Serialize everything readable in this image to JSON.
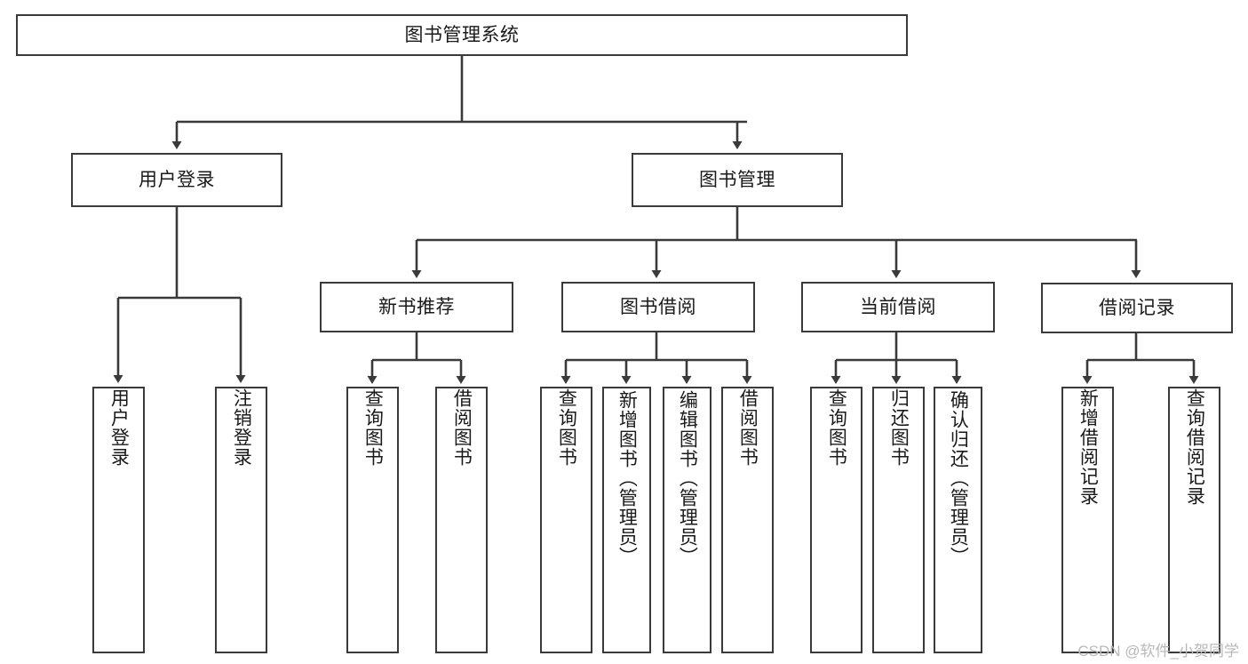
{
  "diagram": {
    "title": "图书管理系统",
    "type": "tree-hierarchy-diagram",
    "colors": {
      "stroke": "#3a3a3a",
      "fill": "#ffffff",
      "text": "#1a1a1a",
      "watermark": "#b9b9b9"
    },
    "nodes": {
      "root": {
        "label": "图书管理系统"
      },
      "level2": [
        {
          "id": "user-login",
          "label": "用户登录"
        },
        {
          "id": "book-management",
          "label": "图书管理"
        }
      ],
      "level3": [
        {
          "id": "new-book-recommend",
          "label": "新书推荐"
        },
        {
          "id": "book-borrow",
          "label": "图书借阅"
        },
        {
          "id": "current-borrow",
          "label": "当前借阅"
        },
        {
          "id": "borrow-record",
          "label": "借阅记录"
        }
      ],
      "leaves": {
        "user_login": [
          {
            "id": "leaf-user-login",
            "label": "用户登录"
          },
          {
            "id": "leaf-logout-login",
            "label": "注销登录"
          }
        ],
        "new_book_recommend": [
          {
            "id": "leaf-query-book-1",
            "label": "查询图书"
          },
          {
            "id": "leaf-borrow-book-1",
            "label": "借阅图书"
          }
        ],
        "book_borrow": [
          {
            "id": "leaf-query-book-2",
            "label": "查询图书"
          },
          {
            "id": "leaf-add-book",
            "label": "新增图书（管理员）"
          },
          {
            "id": "leaf-edit-book",
            "label": "编辑图书（管理员）"
          },
          {
            "id": "leaf-borrow-book-2",
            "label": "借阅图书"
          }
        ],
        "current_borrow": [
          {
            "id": "leaf-query-book-3",
            "label": "查询图书"
          },
          {
            "id": "leaf-return-book",
            "label": "归还图书"
          },
          {
            "id": "leaf-confirm-return",
            "label": "确认归还（管理员）"
          }
        ],
        "borrow_record": [
          {
            "id": "leaf-add-record",
            "label": "新增借阅记录"
          },
          {
            "id": "leaf-query-record",
            "label": "查询借阅记录"
          }
        ]
      }
    },
    "watermark": "CSDN @软件_小贺同学"
  }
}
